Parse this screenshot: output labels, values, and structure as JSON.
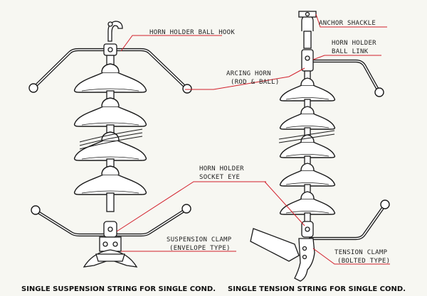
{
  "labels": {
    "horn_holder_ball_hook": "HORN HOLDER BALL HOOK",
    "anchor_shackle": "ANCHOR SHACKLE",
    "horn_holder_ball_link_line1": "HORN HOLDER",
    "horn_holder_ball_link_line2": "BALL LINK",
    "arcing_horn_line1": "ARCING HORN",
    "arcing_horn_line2": "(ROD & BALL)",
    "horn_holder_socket_eye_line1": "HORN HOLDER",
    "horn_holder_socket_eye_line2": "SOCKET EYE",
    "suspension_clamp_line1": "SUSPENSION CLAMP",
    "suspension_clamp_line2": "(ENVELOPE TYPE)",
    "tension_clamp_line1": "TENSION CLAMP",
    "tension_clamp_line2": "(BOLTED TYPE)"
  },
  "captions": {
    "suspension": "SINGLE SUSPENSION STRING FOR SINGLE COND.",
    "tension": "SINGLE TENSION STRING FOR SINGLE COND."
  },
  "colors": {
    "leader_line": "#d21f2a",
    "drawing": "#1a1a1a",
    "background": "#f7f7f2"
  }
}
